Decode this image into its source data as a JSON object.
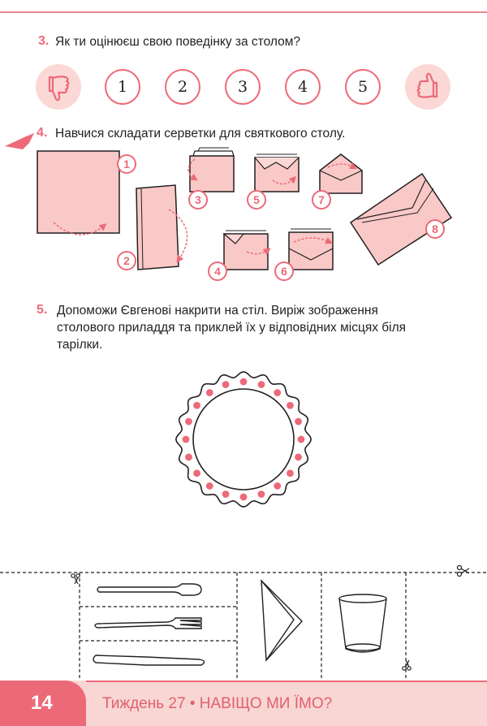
{
  "q3": {
    "number": "3.",
    "text": "Як ти оцінюєш свою поведінку за столом?"
  },
  "rating": {
    "options": [
      "1",
      "2",
      "3",
      "4",
      "5"
    ]
  },
  "q4": {
    "number": "4.",
    "text": "Навчися складати серветки для святкового столу."
  },
  "steps": [
    "1",
    "2",
    "3",
    "4",
    "5",
    "6",
    "7",
    "8"
  ],
  "q5": {
    "number": "5.",
    "lines": [
      "Допоможи Євгенові накрити на стіл. Виріж зображення",
      "столового приладдя та приклей їх у відповідних місцях біля",
      "тарілки."
    ]
  },
  "footer": {
    "page": "14",
    "title": "Тиждень 27 • НАВІЩО МИ ЇМО?"
  },
  "icons": [
    "thumbs-down-icon",
    "thumbs-up-icon",
    "scissors-icon",
    "spoon-icon",
    "fork-icon",
    "knife-icon",
    "napkin-icon",
    "glass-icon",
    "plate-icon",
    "arrow-icon"
  ],
  "colors": {
    "accent": "#ec6a78",
    "napkin_fill": "#f9c9c7",
    "light_pink": "#fbd8d6"
  }
}
